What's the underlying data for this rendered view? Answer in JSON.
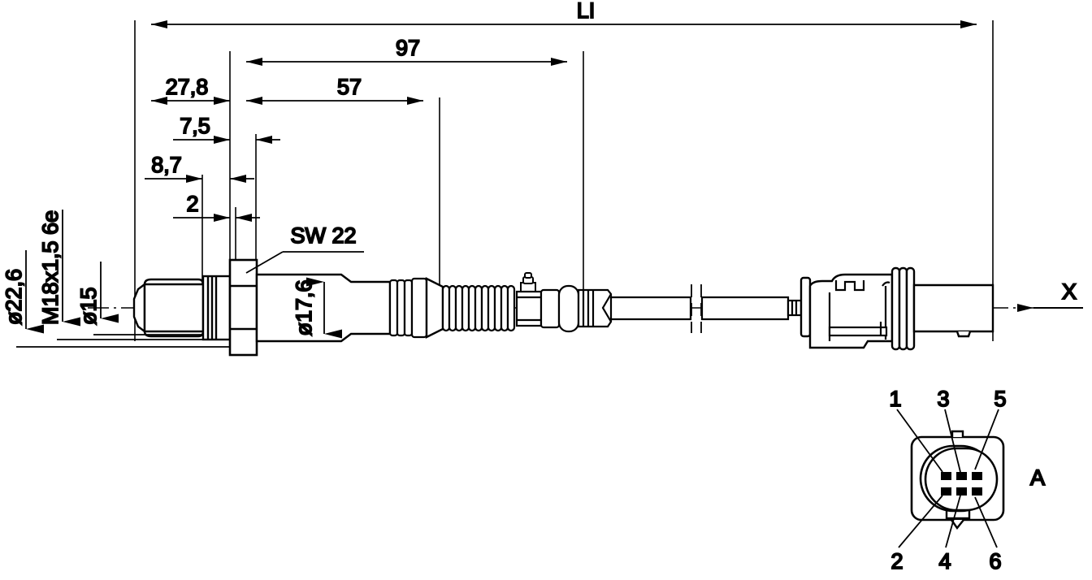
{
  "drawing": {
    "title": "Lambda sensor technical dimension drawing",
    "type": "engineering-line-drawing",
    "line_color": "#000000",
    "background_color": "#ffffff"
  },
  "dimensions": {
    "overall": {
      "label": "LI",
      "name": "overall-length"
    },
    "d97": {
      "label": "97",
      "name": "dim-97"
    },
    "d57": {
      "label": "57",
      "name": "dim-57"
    },
    "d278": {
      "label": "27,8",
      "name": "dim-27-8"
    },
    "d75": {
      "label": "7,5",
      "name": "dim-7-5"
    },
    "d87": {
      "label": "8,7",
      "name": "dim-8-7"
    },
    "d2": {
      "label": "2",
      "name": "dim-2"
    },
    "d176": {
      "label": "ø17,6",
      "name": "dim-dia-17-6"
    }
  },
  "vertical_labels": {
    "d226": {
      "label": "ø22,6",
      "name": "dim-dia-22-6"
    },
    "thread": {
      "label": "M18x1,5 6e",
      "name": "thread-spec"
    },
    "d15": {
      "label": "ø15",
      "name": "dim-dia-15"
    }
  },
  "callouts": {
    "sw22": {
      "label": "SW 22",
      "name": "hex-size-callout"
    },
    "viewX": {
      "label": "X",
      "name": "view-direction-x"
    },
    "viewA": {
      "label": "A",
      "name": "view-label-a"
    }
  },
  "connector_pins": {
    "title": "A",
    "top_labels": [
      "1",
      "3",
      "5"
    ],
    "bottom_labels": [
      "2",
      "4",
      "6"
    ],
    "count": 6
  }
}
